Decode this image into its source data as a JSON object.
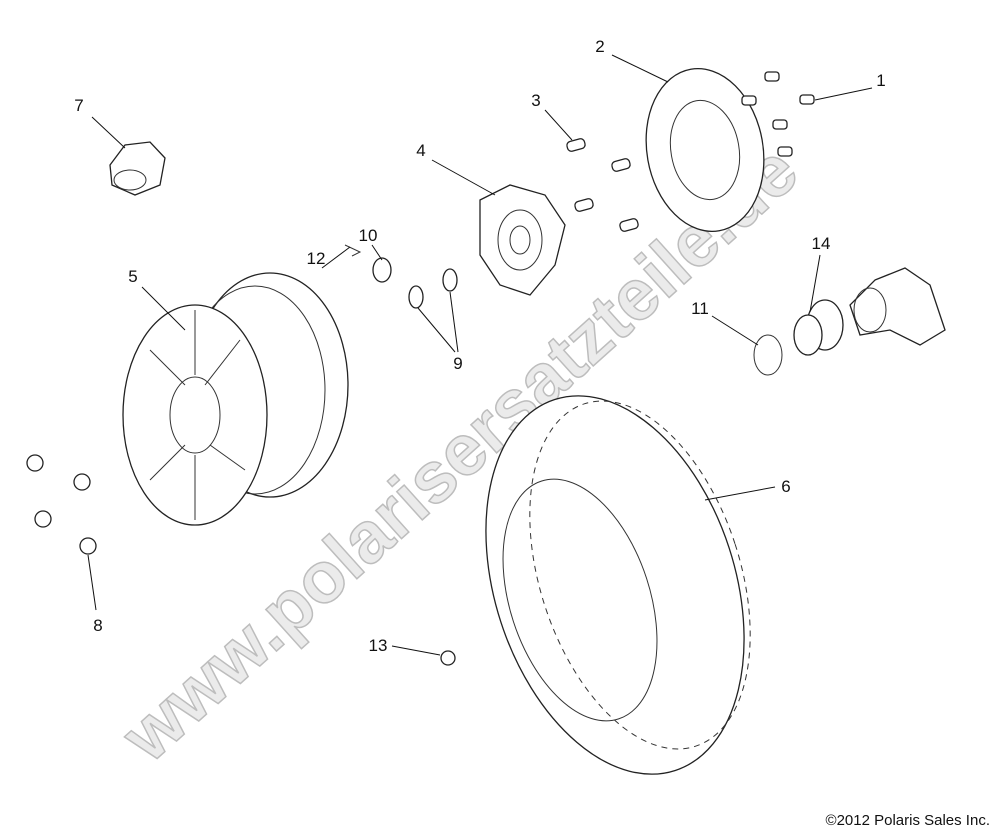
{
  "callouts": {
    "c1": "1",
    "c2": "2",
    "c3": "3",
    "c4": "4",
    "c5": "5",
    "c6": "6",
    "c7": "7",
    "c8": "8",
    "c9": "9",
    "c10": "10",
    "c11": "11",
    "c12": "12",
    "c13": "13",
    "c14": "14"
  },
  "watermark": "www.polarisersatzteile.de",
  "copyright": "©2012 Polaris Sales Inc.",
  "colors": {
    "line": "#222222",
    "watermark": "#e4e4e4",
    "background": "#ffffff"
  }
}
